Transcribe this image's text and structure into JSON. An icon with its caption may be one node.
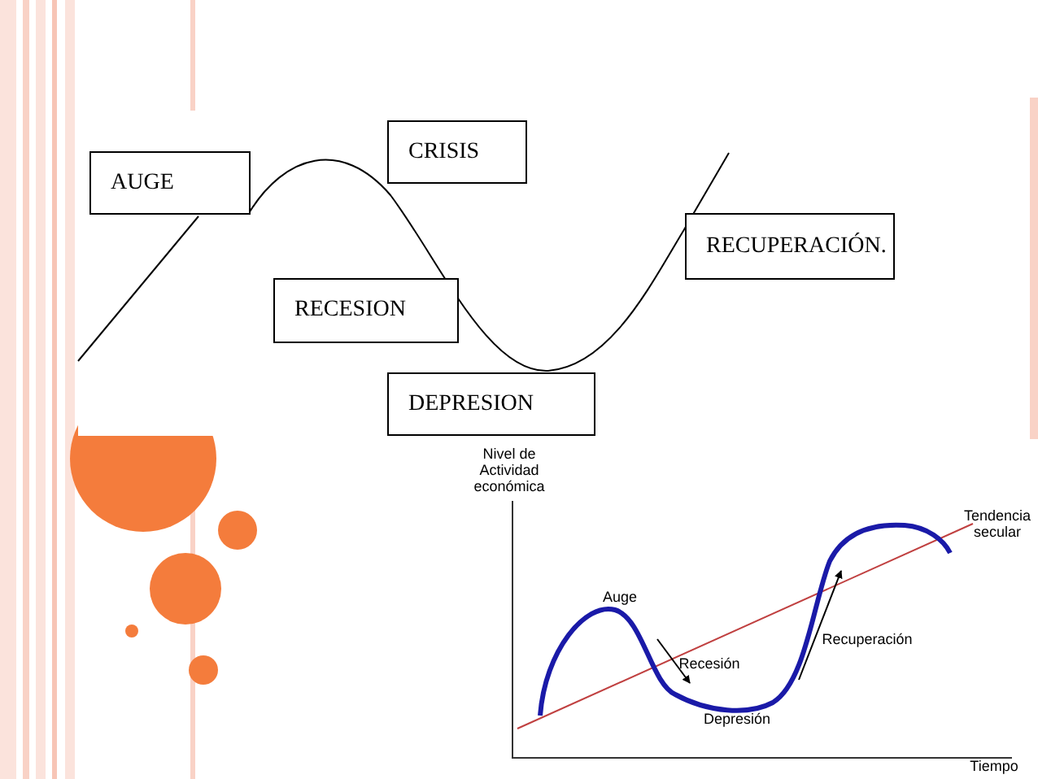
{
  "diagram": {
    "nodes": [
      {
        "text": [
          "AUGE"
        ]
      },
      {
        "text": [
          "CRISIS"
        ]
      },
      {
        "text": [
          "RECESION"
        ]
      },
      {
        "text": [
          "RECUPERACIÓN."
        ]
      },
      {
        "text": [
          "DEPRESION"
        ]
      }
    ],
    "labels": [
      "Nivel de Actividad económica",
      "Tendencia secular",
      "Auge",
      "Recesión",
      "Recuperación",
      "Depresión",
      "Tiempo"
    ]
  }
}
